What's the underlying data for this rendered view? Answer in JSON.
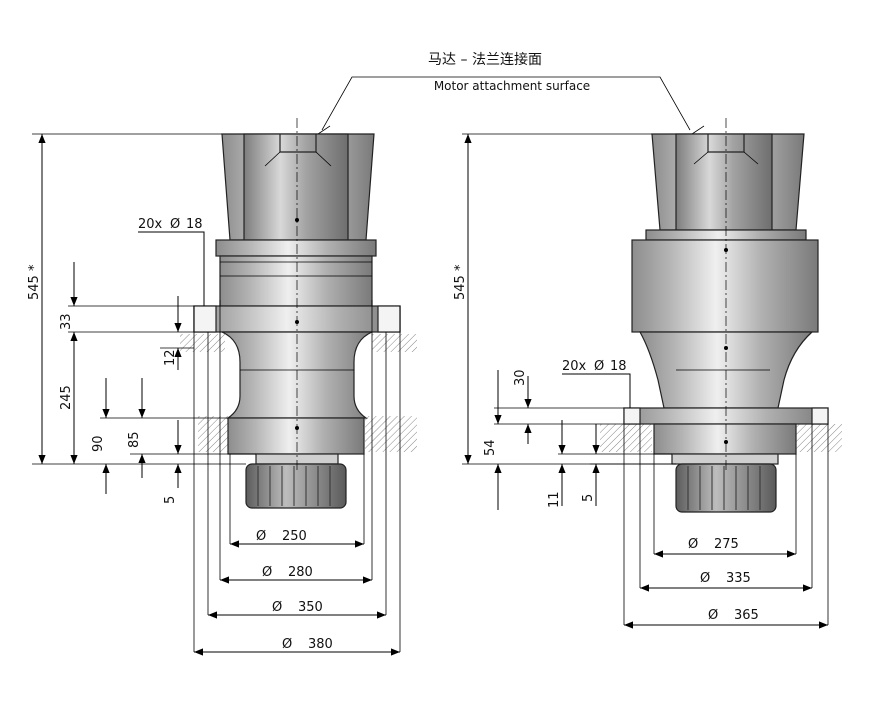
{
  "header": {
    "title_cn": "马达 – 法兰连接面",
    "title_en": "Motor attachment surface"
  },
  "left_view": {
    "height_total": "545 *",
    "holes": "20x",
    "hole_dia": "18",
    "dim_33": "33",
    "dim_12": "12",
    "dim_245": "245",
    "dim_90": "90",
    "dim_85": "85",
    "dim_5": "5",
    "diameters": [
      "250",
      "280",
      "350",
      "380"
    ]
  },
  "right_view": {
    "height_total": "545 *",
    "holes": "20x",
    "hole_dia": "18",
    "dim_30": "30",
    "dim_54": "54",
    "dim_11": "11",
    "dim_5": "5",
    "diameters": [
      "275",
      "335",
      "365"
    ]
  },
  "symbols": {
    "diameter": "Ø"
  }
}
